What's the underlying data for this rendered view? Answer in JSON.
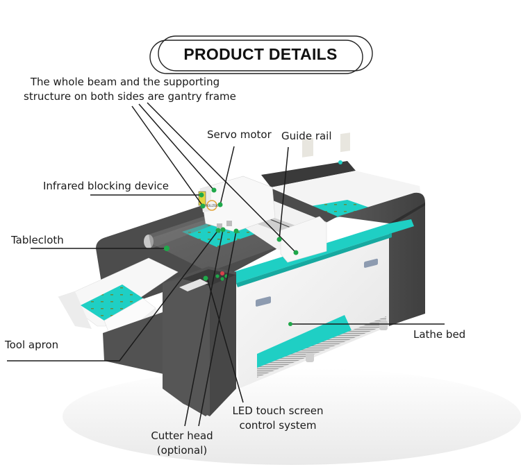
{
  "title": "PRODUCT DETAILS",
  "colors": {
    "accent_teal": "#1fcfc4",
    "marker_green": "#1fa84a",
    "frame_dark": "#4a4a4a",
    "body_white": "#f1f1f1",
    "leader_line": "#1a1a1a"
  },
  "callouts": {
    "gantry_frame": {
      "line1": "The whole beam and the supporting",
      "line2": "structure on both sides are gantry frame"
    },
    "servo_motor": {
      "text": "Servo motor"
    },
    "guide_rail": {
      "text": "Guide rail"
    },
    "infrared_blocking_device": {
      "text": "Infrared blocking device"
    },
    "tablecloth": {
      "text": "Tablecloth"
    },
    "tool_apron": {
      "text": "Tool apron"
    },
    "lathe_bed": {
      "text": "Lathe bed"
    },
    "led_touch_screen": {
      "line1": "LED touch screen",
      "line2": "control system"
    },
    "cutter_head": {
      "line1": "Cutter head",
      "line2": "(optional)"
    }
  },
  "machine_logo": "ROLLTEK"
}
